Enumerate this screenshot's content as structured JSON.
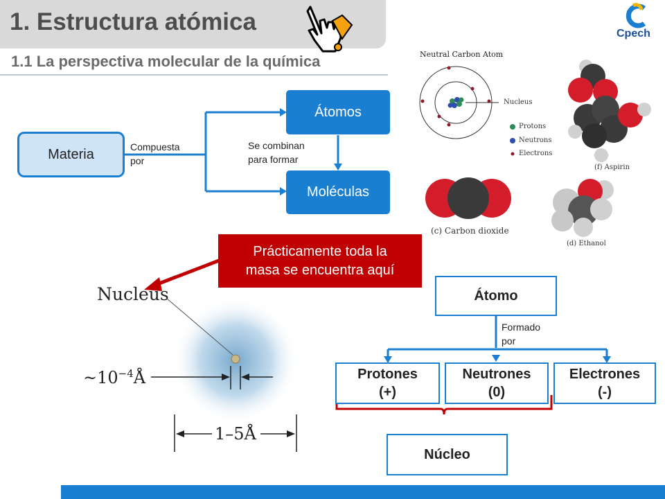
{
  "header": {
    "title": "1. Estructura atómica",
    "subtitle": "1.1 La perspectiva molecular de la química",
    "logo_text": "Cpech"
  },
  "flow": {
    "materia": "Materia",
    "compuesta_line1": "Compuesta",
    "compuesta_line2": "por",
    "atomos": "Átomos",
    "combinan_line1": "Se combinan",
    "combinan_line2": "para formar",
    "moleculas": "Moléculas"
  },
  "illustrations": {
    "carbon_atom_title": "Neutral Carbon Atom",
    "nucleus_label": "Nucleus",
    "legend": [
      "Protons",
      "Neutrons",
      "Electrons"
    ],
    "aspirin_caption": "(f) Aspirin",
    "co2_caption": "(c) Carbon dioxide",
    "ethanol_caption": "(d) Ethanol"
  },
  "nucleus_diagram": {
    "callout_line1": "Prácticamente toda la",
    "callout_line2": "masa se encuentra aquí",
    "nucleus_label": "Nucleus",
    "nucleus_size": "~10",
    "nucleus_exp": "−4",
    "nucleus_unit": "Å",
    "atom_size": "1–5Å"
  },
  "atom_tree": {
    "atomo": "Átomo",
    "formado_line1": "Formado",
    "formado_line2": "por",
    "protones_line1": "Protones",
    "protones_line2": "(+)",
    "neutrones_line1": "Neutrones",
    "neutrones_line2": "(0)",
    "electrones_line1": "Electrones",
    "electrones_line2": "(-)",
    "nucleo": "Núcleo"
  },
  "colors": {
    "accent_blue": "#1b7fd1",
    "callout_red": "#c00000",
    "title_gray": "#4d4d4d"
  }
}
